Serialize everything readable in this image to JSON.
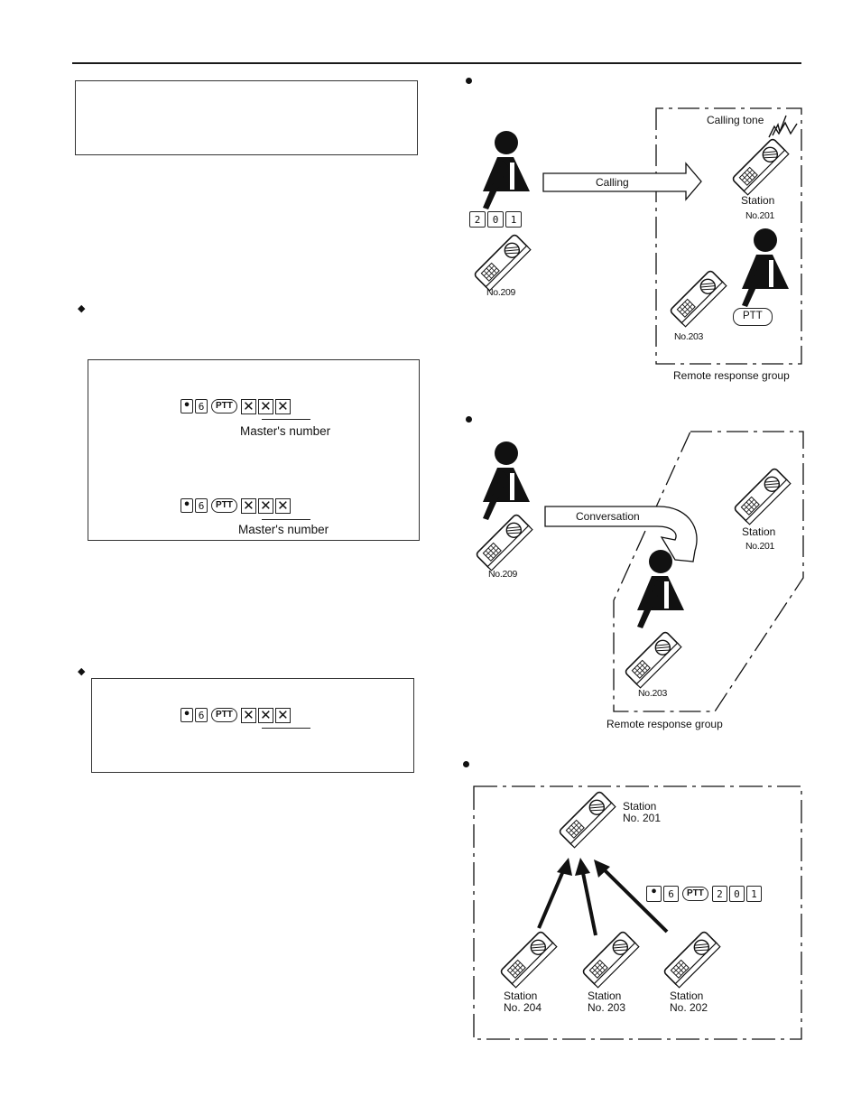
{
  "left": {
    "section1": {
      "keys": [
        "•",
        "6"
      ],
      "ptt": "PTT",
      "xkeys": [
        "✕",
        "✕",
        "✕"
      ],
      "caption": "Master's number"
    },
    "section2": {
      "keys": [
        "•",
        "6"
      ],
      "ptt": "PTT",
      "xkeys": [
        "✕",
        "✕",
        "✕"
      ],
      "caption": "Master's number"
    },
    "section3": {
      "keys": [
        "•",
        "6"
      ],
      "ptt": "PTT",
      "xkeys": [
        "✕",
        "✕",
        "✕"
      ]
    }
  },
  "diagram1": {
    "dial_keys": [
      "2",
      "0",
      "1"
    ],
    "caller_station": "No.209",
    "arrow_label": "Calling",
    "calling_tone": "Calling tone",
    "station_label": "Station",
    "station_number": "No.201",
    "ptt": "PTT",
    "station3": "No.203",
    "group_caption": "Remote response group"
  },
  "diagram2": {
    "caller_station": "No.209",
    "arrow_label": "Conversation",
    "station_label": "Station",
    "station_number": "No.201",
    "station3": "No.203",
    "group_caption": "Remote response group"
  },
  "diagram3": {
    "master_label": "Station",
    "master_number": "No. 201",
    "keys": [
      "•",
      "6"
    ],
    "ptt": "PTT",
    "dial_keys": [
      "2",
      "0",
      "1"
    ],
    "stations": [
      {
        "label": "Station",
        "number": "No. 204"
      },
      {
        "label": "Station",
        "number": "No. 203"
      },
      {
        "label": "Station",
        "number": "No. 202"
      }
    ]
  },
  "icons": [
    "person-silhouette-icon",
    "handheld-station-icon",
    "calling-tone-zigzag-icon",
    "block-arrow-icon",
    "curved-arrow-icon"
  ]
}
